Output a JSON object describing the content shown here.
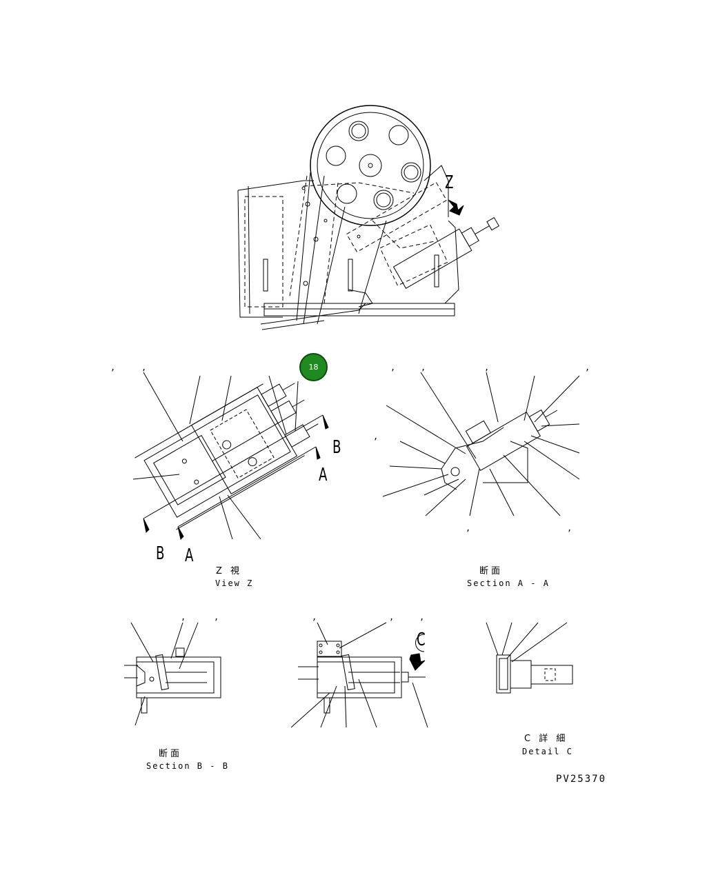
{
  "views": {
    "main": {
      "z_marker": "Z"
    },
    "view_z": {
      "marker_b_right": "B",
      "marker_a_right": "A",
      "marker_b_bottom": "B",
      "marker_a_bottom": "A",
      "caption_jp": "Z 視",
      "caption_en": "View Z"
    },
    "section_a": {
      "caption_jp": "断面",
      "caption_en": "Section A - A"
    },
    "section_b": {
      "caption_jp": "断面",
      "caption_en": "Section B - B"
    },
    "detail_c": {
      "marker": "C",
      "caption_jp": "C 詳 細",
      "caption_en": "Detail C"
    }
  },
  "callout": {
    "number": "18",
    "color": "#1f8a1f"
  },
  "drawing_number": "PV25370",
  "comma_mark": ","
}
